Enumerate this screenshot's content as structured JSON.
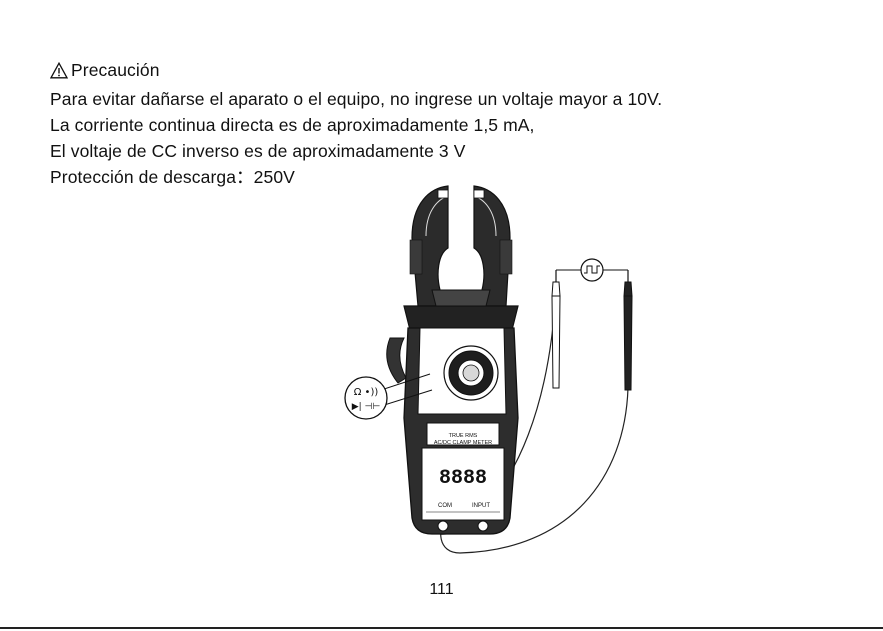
{
  "caution": {
    "title": "Precaución",
    "icon": "warning-triangle-icon",
    "lines": [
      "Para evitar dañarse el aparato o el equipo, no ingrese un voltaje mayor a 10V.",
      "La corriente continua directa es de aproximadamente 1,5 mA,",
      "El voltaje de CC inverso es de aproximadamente 3 V",
      "Protección de descarga：250V"
    ]
  },
  "meter": {
    "model_line1": "TRUE RMS",
    "model_line2": "AC/DC CLAMP METER",
    "display_digits": "8888",
    "jack_com": "COM",
    "jack_input": "INPUT",
    "callout_symbols": "Ω •))",
    "callout_diode": "▶|  ⊣⊢"
  },
  "page": {
    "number": "111"
  }
}
